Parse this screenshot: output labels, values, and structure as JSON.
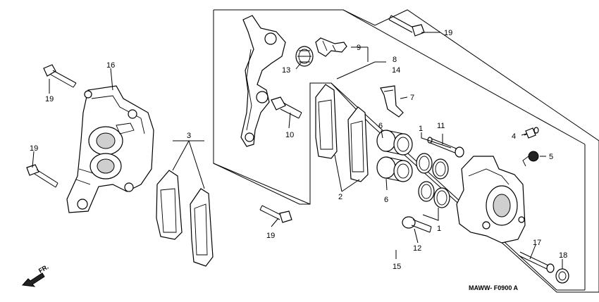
{
  "diagram_code": "MAWW- F0900 A",
  "direction_marker": "FR.",
  "callouts": [
    {
      "id": "c1a",
      "text": "1"
    },
    {
      "id": "c1b",
      "text": "1"
    },
    {
      "id": "c2",
      "text": "2"
    },
    {
      "id": "c3",
      "text": "3"
    },
    {
      "id": "c4",
      "text": "4"
    },
    {
      "id": "c5",
      "text": "5"
    },
    {
      "id": "c6a",
      "text": "6"
    },
    {
      "id": "c6b",
      "text": "6"
    },
    {
      "id": "c7",
      "text": "7"
    },
    {
      "id": "c8",
      "text": "8"
    },
    {
      "id": "c9",
      "text": "9"
    },
    {
      "id": "c10",
      "text": "10"
    },
    {
      "id": "c11",
      "text": "11"
    },
    {
      "id": "c12",
      "text": "12"
    },
    {
      "id": "c13",
      "text": "13"
    },
    {
      "id": "c14",
      "text": "14"
    },
    {
      "id": "c15",
      "text": "15"
    },
    {
      "id": "c16",
      "text": "16"
    },
    {
      "id": "c17",
      "text": "17"
    },
    {
      "id": "c18",
      "text": "18"
    },
    {
      "id": "c19a",
      "text": "19"
    },
    {
      "id": "c19b",
      "text": "19"
    },
    {
      "id": "c19c",
      "text": "19"
    },
    {
      "id": "c19d",
      "text": "19"
    }
  ]
}
